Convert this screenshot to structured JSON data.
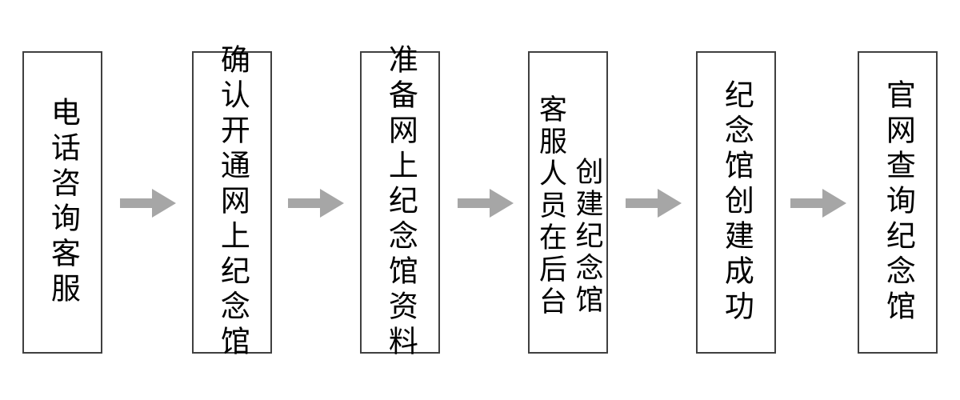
{
  "diagram": {
    "type": "flowchart",
    "orientation": "left-to-right",
    "text_direction": "vertical",
    "colors": {
      "node_border": "#404040",
      "node_fill": "#ffffff",
      "arrow": "#a6a6a6",
      "text": "#000000",
      "background": "#ffffff"
    },
    "nodes": [
      {
        "id": "node-1",
        "index": 1,
        "columns": [
          "电话咨询客服"
        ],
        "text": "电话咨询客服"
      },
      {
        "id": "node-2",
        "index": 2,
        "columns": [
          "确认开通网上纪念馆"
        ],
        "text": "确认开通网上纪念馆"
      },
      {
        "id": "node-3",
        "index": 3,
        "columns": [
          "准备网上纪念馆资料"
        ],
        "text": "准备网上纪念馆资料"
      },
      {
        "id": "node-4",
        "index": 4,
        "columns": [
          "客服人员在后台",
          "创建纪念馆"
        ],
        "text": "客服人员在后台创建纪念馆"
      },
      {
        "id": "node-5",
        "index": 5,
        "columns": [
          "纪念馆创建成功"
        ],
        "text": "纪念馆创建成功"
      },
      {
        "id": "node-6",
        "index": 6,
        "columns": [
          "官网查询纪念馆"
        ],
        "text": "官网查询纪念馆"
      }
    ],
    "arrows": [
      {
        "id": "arrow-1",
        "from": "node-1",
        "to": "node-2",
        "glyph": "right-arrow"
      },
      {
        "id": "arrow-2",
        "from": "node-2",
        "to": "node-3",
        "glyph": "right-arrow"
      },
      {
        "id": "arrow-3",
        "from": "node-3",
        "to": "node-4",
        "glyph": "right-arrow"
      },
      {
        "id": "arrow-4",
        "from": "node-4",
        "to": "node-5",
        "glyph": "right-arrow"
      },
      {
        "id": "arrow-5",
        "from": "node-5",
        "to": "node-6",
        "glyph": "right-arrow"
      }
    ]
  }
}
